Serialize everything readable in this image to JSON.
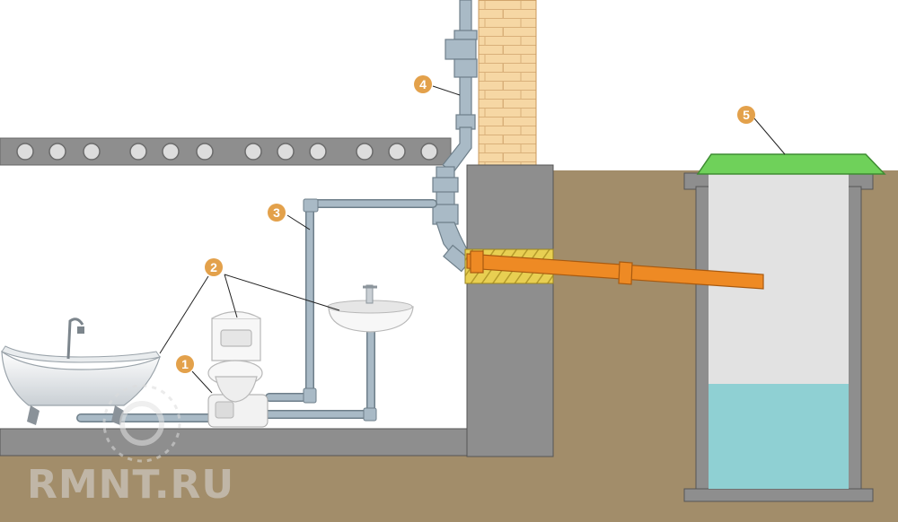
{
  "callouts": [
    {
      "number": "1",
      "part": "sewage pump"
    },
    {
      "number": "2",
      "part": "bathroom fixtures"
    },
    {
      "number": "3",
      "part": "pressure pipe"
    },
    {
      "number": "4",
      "part": "sewer riser"
    },
    {
      "number": "5",
      "part": "septic tank"
    }
  ],
  "watermark": "RMNT.RU",
  "colors": {
    "ground": "#a28d6a",
    "concrete": "#8e8e8e",
    "pipe": "#a9bac6",
    "outlet_pipe": "#ee8a24",
    "tank_lid": "#6fd15a",
    "water": "#8fd0d3",
    "callout": "#e3a14b",
    "brick": "#f6d7a4"
  }
}
